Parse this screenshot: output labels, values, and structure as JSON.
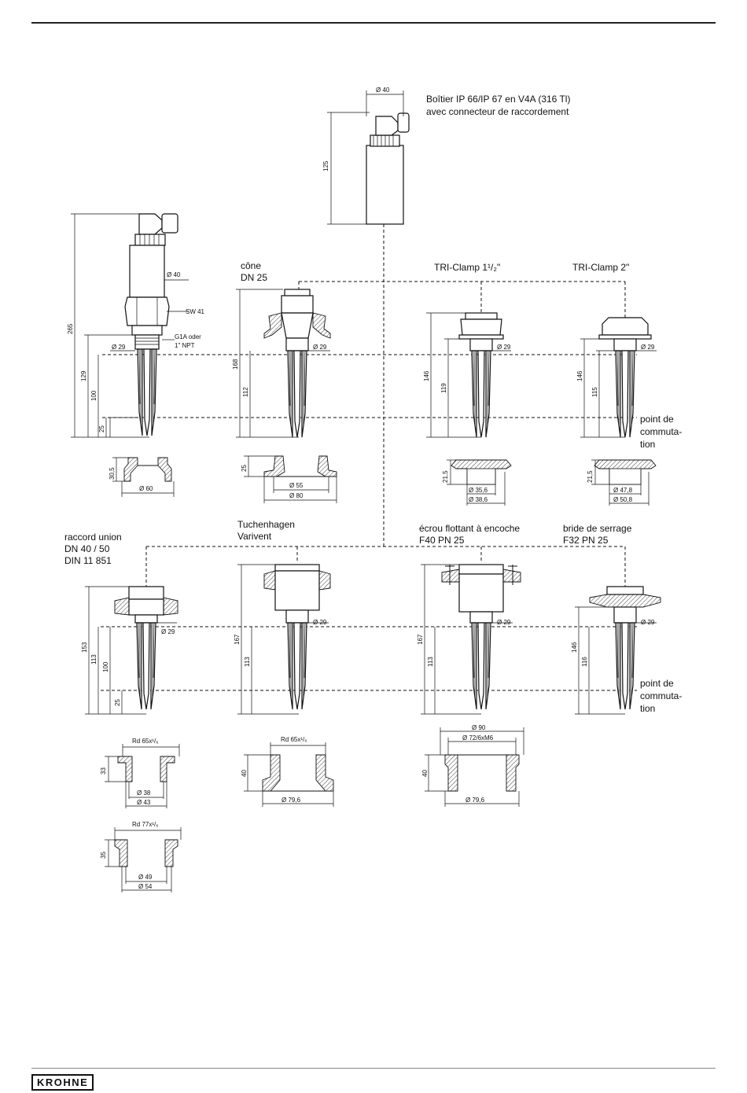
{
  "labels": {
    "housing_1": "Boîtier IP 66/IP 67 en V4A (316 Tl)",
    "housing_2": "avec connecteur de raccordement",
    "cone_1": "cône",
    "cone_2": "DN 25",
    "triclamp_15": "TRI-Clamp 1¹/₂\"",
    "triclamp_2": "TRI-Clamp 2\"",
    "switch_1a": "point de",
    "switch_1b": "commuta-",
    "switch_1c": "tion",
    "switch_2a": "point de",
    "switch_2b": "commuta-",
    "switch_2c": "tion",
    "union_1": "raccord union",
    "union_2": "DN 40 / 50",
    "union_3": "DIN 11 851",
    "tuchen_1": "Tuchenhagen",
    "tuchen_2": "Varivent",
    "ecrou_1": "écrou flottant à encoche",
    "ecrou_2": "F40 PN 25",
    "bride_1": "bride de serrage",
    "bride_2": "F32 PN 25",
    "sw41": "SW 41",
    "g1a_1": "G1A oder",
    "g1a_2": "1\" NPT"
  },
  "dimensions": {
    "d40_top": "Ø 40",
    "h125": "125",
    "d40_main": "Ø 40",
    "d29_main": "Ø 29",
    "h265": "265",
    "h129": "129",
    "h100": "100",
    "h25": "25",
    "h30_5": "30,5",
    "d60": "Ø 60",
    "d29_cone": "Ø 29",
    "h168": "168",
    "h112": "112",
    "h25_cone": "25",
    "d55": "Ø 55",
    "d80": "Ø 80",
    "d29_tc15": "Ø 29",
    "h146_tc15": "146",
    "h119": "119",
    "h21_5_a": "21,5",
    "d35_6": "Ø 35,6",
    "d38_6": "Ø 38,6",
    "d29_tc2": "Ø 29",
    "h146_tc2": "146",
    "h115": "115",
    "h21_5_b": "21,5",
    "d47_8": "Ø 47,8",
    "d50_8": "Ø 50,8",
    "d29_union": "Ø 29",
    "h153": "153",
    "h113_union": "113",
    "h100_union": "100",
    "h25_union": "25",
    "d29_tuchen": "Ø 29",
    "h167_tuchen": "167",
    "h113_tuchen": "113",
    "d29_ecrou": "Ø 29",
    "h167_ecrou": "167",
    "h113_ecrou": "113",
    "d29_bride": "Ø 29",
    "h146_bride": "146",
    "h116": "116",
    "rd65_a": "Rd 65x¹/₆",
    "h33": "33",
    "d38": "Ø 38",
    "d43": "Ø 43",
    "rd65_b": "Rd 65x¹/₆",
    "h40_a": "40",
    "d79_6_a": "Ø 79,6",
    "d90": "Ø 90",
    "d72": "Ø 72/6xM6",
    "h40_b": "40",
    "d79_6_b": "Ø 79,6",
    "rd77": "Rd 77x¹/₆",
    "h35": "35",
    "d49": "Ø 49",
    "d54": "Ø 54"
  },
  "footer": {
    "logo": "KROHNE"
  }
}
